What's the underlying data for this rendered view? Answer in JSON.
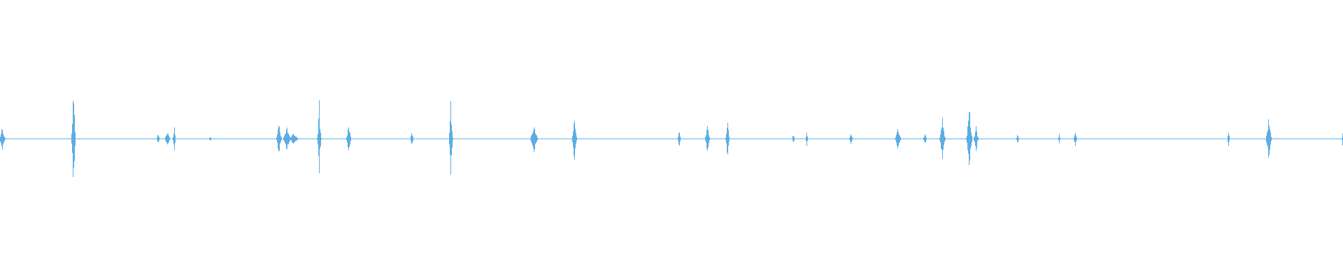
{
  "waveform": {
    "color": "#5dade2",
    "peaks": [
      {
        "t": 0.0015,
        "amp": 0.1,
        "width": 0.006
      },
      {
        "t": 0.0545,
        "amp": 0.48,
        "width": 0.004
      },
      {
        "t": 0.1175,
        "amp": 0.04,
        "width": 0.004
      },
      {
        "t": 0.1245,
        "amp": 0.06,
        "width": 0.006
      },
      {
        "t": 0.1295,
        "amp": 0.12,
        "width": 0.003
      },
      {
        "t": 0.1565,
        "amp": 0.02,
        "width": 0.004
      },
      {
        "t": 0.2075,
        "amp": 0.14,
        "width": 0.006
      },
      {
        "t": 0.2135,
        "amp": 0.09,
        "width": 0.008
      },
      {
        "t": 0.2185,
        "amp": 0.05,
        "width": 0.01
      },
      {
        "t": 0.2375,
        "amp": 0.26,
        "width": 0.004
      },
      {
        "t": 0.2595,
        "amp": 0.13,
        "width": 0.005
      },
      {
        "t": 0.3065,
        "amp": 0.06,
        "width": 0.004
      },
      {
        "t": 0.3355,
        "amp": 0.35,
        "width": 0.004
      },
      {
        "t": 0.3975,
        "amp": 0.12,
        "width": 0.008
      },
      {
        "t": 0.4275,
        "amp": 0.2,
        "width": 0.005
      },
      {
        "t": 0.5055,
        "amp": 0.12,
        "width": 0.003
      },
      {
        "t": 0.5265,
        "amp": 0.12,
        "width": 0.005
      },
      {
        "t": 0.5415,
        "amp": 0.2,
        "width": 0.004
      },
      {
        "t": 0.5905,
        "amp": 0.05,
        "width": 0.003
      },
      {
        "t": 0.6005,
        "amp": 0.05,
        "width": 0.003
      },
      {
        "t": 0.6335,
        "amp": 0.05,
        "width": 0.004
      },
      {
        "t": 0.6685,
        "amp": 0.09,
        "width": 0.007
      },
      {
        "t": 0.6885,
        "amp": 0.05,
        "width": 0.004
      },
      {
        "t": 0.7015,
        "amp": 0.16,
        "width": 0.006
      },
      {
        "t": 0.7215,
        "amp": 0.27,
        "width": 0.006
      },
      {
        "t": 0.7265,
        "amp": 0.11,
        "width": 0.005
      },
      {
        "t": 0.7575,
        "amp": 0.04,
        "width": 0.003
      },
      {
        "t": 0.7885,
        "amp": 0.04,
        "width": 0.003
      },
      {
        "t": 0.8005,
        "amp": 0.06,
        "width": 0.004
      },
      {
        "t": 0.9145,
        "amp": 0.07,
        "width": 0.003
      },
      {
        "t": 0.9445,
        "amp": 0.2,
        "width": 0.006
      },
      {
        "t": 0.9995,
        "amp": 0.05,
        "width": 0.002
      }
    ]
  }
}
